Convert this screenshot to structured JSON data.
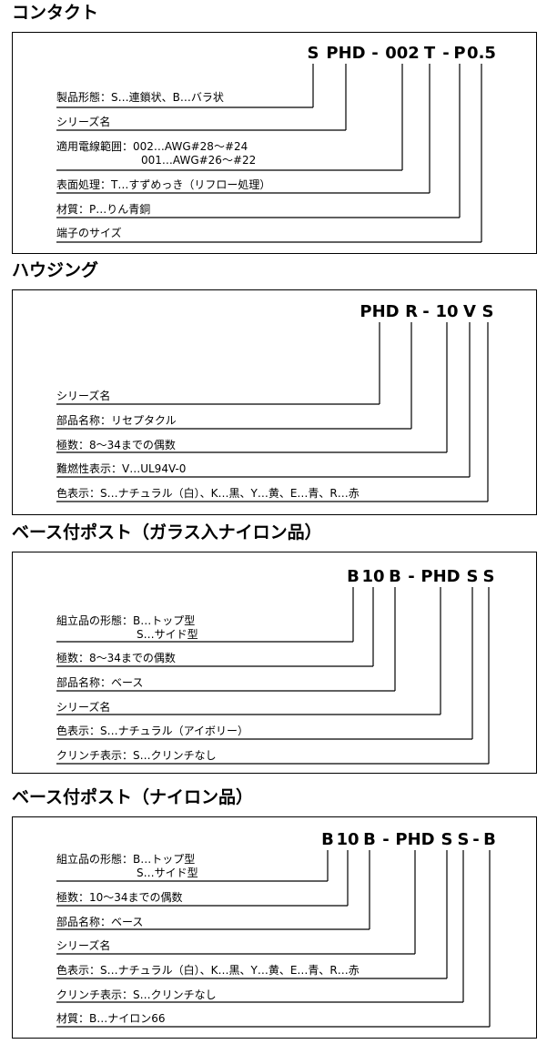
{
  "sections": [
    {
      "title": "コンタクト",
      "code": [
        "S",
        "PHD",
        "-",
        "002",
        "T",
        "-",
        "P",
        "0.5"
      ],
      "rows": [
        [
          "製品形態：S…連鎖状、B…バラ状"
        ],
        [
          "シリーズ名"
        ],
        [
          "適用電線範囲：002…AWG#28〜#24",
          "001…AWG#26〜#22"
        ],
        [
          "表面処理：T…すずめっき（リフロー処理）"
        ],
        [
          "材質：P…りん青銅"
        ],
        [
          "端子のサイズ"
        ]
      ]
    },
    {
      "title": "ハウジング",
      "code": [
        "PHD",
        "R",
        "-",
        "10",
        "V",
        "S"
      ],
      "rows": [
        [
          "シリーズ名"
        ],
        [
          "部品名称：リセプタクル"
        ],
        [
          "極数：8〜34までの偶数"
        ],
        [
          "難燃性表示：V…UL94V-0"
        ],
        [
          "色表示：S…ナチュラル（白）、K…黒、Y…黄、E…青、R…赤"
        ]
      ]
    },
    {
      "title": "ベース付ポスト（ガラス入ナイロン品）",
      "code": [
        "B",
        "10",
        "B",
        "-",
        "PHD",
        "S",
        "S"
      ],
      "rows": [
        [
          "組立品の形態：B…トップ型",
          "S…サイド型"
        ],
        [
          "極数：8〜34までの偶数"
        ],
        [
          "部品名称：ベース"
        ],
        [
          "シリーズ名"
        ],
        [
          "色表示：S…ナチュラル（アイボリー）"
        ],
        [
          "クリンチ表示：S…クリンチなし"
        ]
      ]
    },
    {
      "title": "ベース付ポスト（ナイロン品）",
      "code": [
        "B",
        "10",
        "B",
        "-",
        "PHD",
        "S",
        "S",
        "-",
        "B"
      ],
      "rows": [
        [
          "組立品の形態：B…トップ型",
          "S…サイド型"
        ],
        [
          "極数：10〜34までの偶数"
        ],
        [
          "部品名称：ベース"
        ],
        [
          "シリーズ名"
        ],
        [
          "色表示：S…ナチュラル（白）、K…黒、Y…黄、E…青、R…赤"
        ],
        [
          "クリンチ表示：S…クリンチなし"
        ],
        [
          "材質：B…ナイロン66"
        ]
      ]
    }
  ]
}
